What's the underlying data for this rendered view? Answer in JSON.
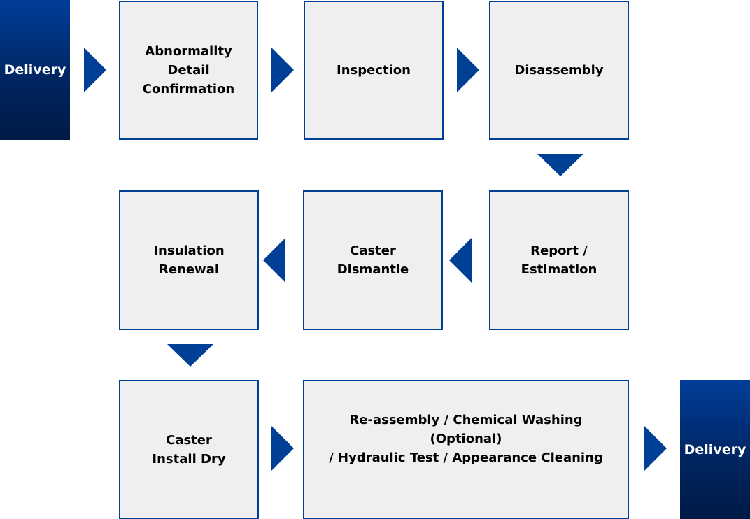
{
  "colors": {
    "arrow": "#003f96",
    "box_border": "#003f96",
    "box_fill": "#efefef",
    "delivery_top": "#003d99",
    "delivery_bottom": "#001a45"
  },
  "flow": {
    "start": "Delivery",
    "end": "Delivery",
    "steps": {
      "abnormality": "Abnormality\nDetail\nConfirmation",
      "inspection": "Inspection",
      "disassembly": "Disassembly",
      "report": "Report /\nEstimation",
      "caster_dismantle": "Caster\nDismantle",
      "insulation": "Insulation\nRenewal",
      "caster_install": "Caster\nInstall Dry",
      "reassembly": "Re-assembly / Chemical Washing (Optional)\n/ Hydraulic Test / Appearance Cleaning"
    }
  }
}
